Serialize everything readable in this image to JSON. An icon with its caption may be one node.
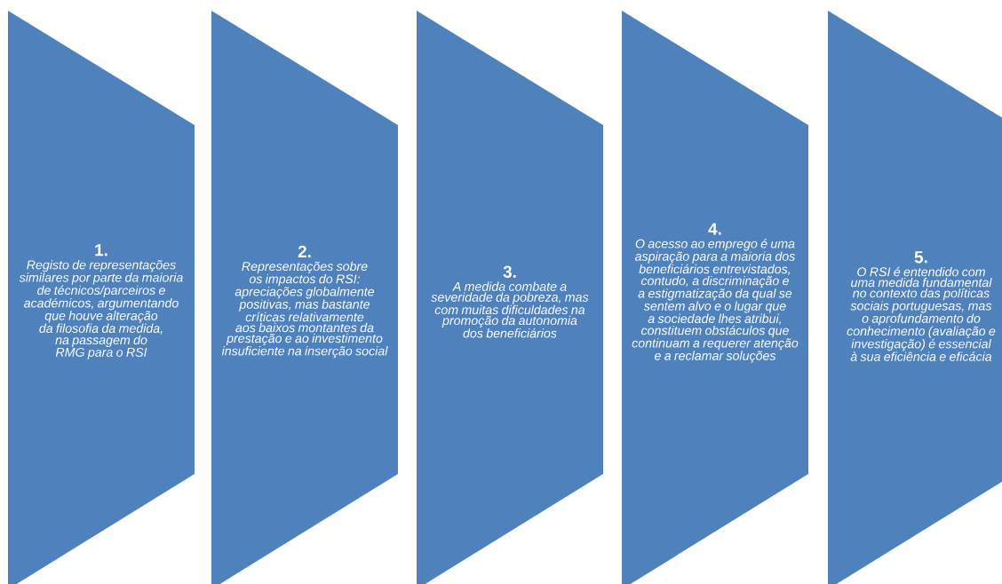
{
  "diagram": {
    "nodes": [
      {
        "text": [
          "1.",
          "Registo de representações similares por parte da maioria de técnicos/parceiros e académicos, argumentando que houve alteração da filosofia da medida, na passagem do RMG para o RSI"
        ]
      },
      {
        "text": [
          "2.",
          "Representações sobre os impactos do RSI: apreciações globalmente positivas, mas bastante críticas relativamente aos baixos montantes da prestação e ao investimento insuficiente na inserção social"
        ]
      },
      {
        "text": [
          "3.",
          "A medida combate a severidade da pobreza, mas com muitas dificuldades na promoção da autonomia dos beneficiários"
        ]
      },
      {
        "text": [
          "4.",
          "O acesso ao emprego é uma aspiração para a maioria dos beneficiários entrevistados, contudo, a discriminação e a estigmatização da qual se sentem alvo e o lugar que a sociedade lhes atribui, constituem obstáculos que continuam a requerer atenção e a reclamar soluções"
        ]
      },
      {
        "text": [
          "5.",
          "O RSI é entendido com uma medida fundamental no contexto das políticas sociais portuguesas, mas o aprofundamento do conhecimento (avaliação e investigação) é essencial à sua eficiência e eficácia"
        ]
      }
    ]
  }
}
